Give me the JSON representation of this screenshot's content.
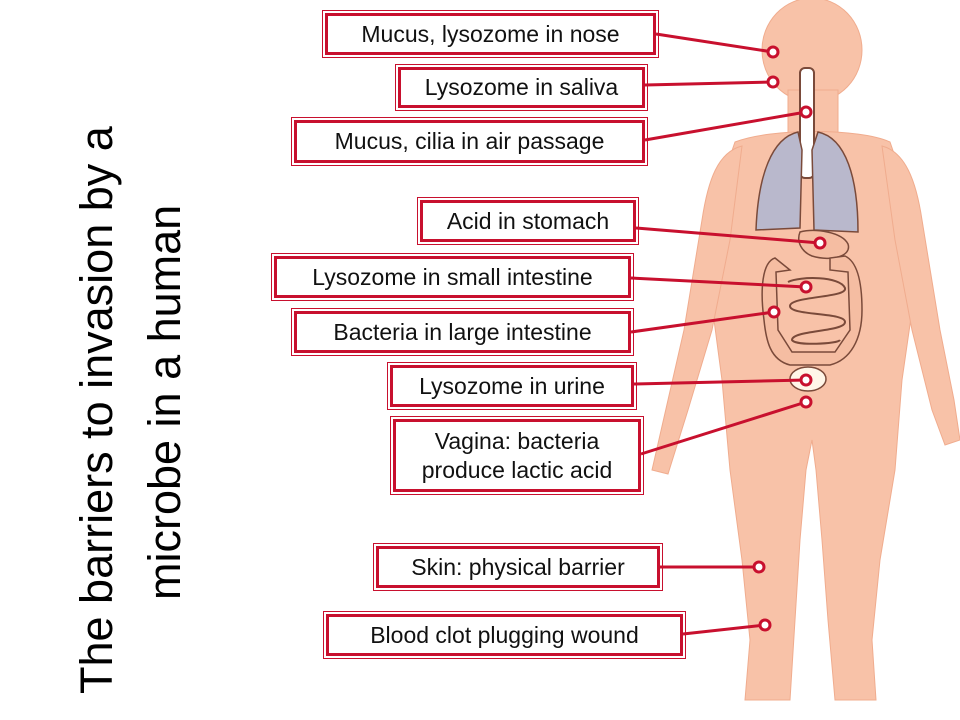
{
  "title": {
    "line1": "The barriers to invasion by a",
    "line2": "microbe in a human"
  },
  "colors": {
    "skin": "#f8c2a8",
    "skin_outline": "#f0ac8e",
    "lungs": "#b9b8cc",
    "organ": "#f5bda2",
    "organ_line": "#7a4a3a",
    "label_border": "#c8102e",
    "connector": "#c8102e",
    "text": "#111111"
  },
  "labels": [
    {
      "id": "nose",
      "lines": [
        "Mucus, lysozome in nose"
      ]
    },
    {
      "id": "saliva",
      "lines": [
        "Lysozome in saliva"
      ]
    },
    {
      "id": "air-passage",
      "lines": [
        "Mucus, cilia in air passage"
      ]
    },
    {
      "id": "stomach",
      "lines": [
        "Acid in stomach"
      ]
    },
    {
      "id": "small-intestine",
      "lines": [
        "Lysozome in small intestine"
      ]
    },
    {
      "id": "large-intestine",
      "lines": [
        "Bacteria in large intestine"
      ]
    },
    {
      "id": "urine",
      "lines": [
        "Lysozome in urine"
      ]
    },
    {
      "id": "vagina",
      "lines": [
        "Vagina: bacteria",
        "produce lactic acid"
      ]
    },
    {
      "id": "skin",
      "lines": [
        "Skin: physical barrier"
      ]
    },
    {
      "id": "blood-clot",
      "lines": [
        "Blood clot plugging wound"
      ]
    }
  ]
}
